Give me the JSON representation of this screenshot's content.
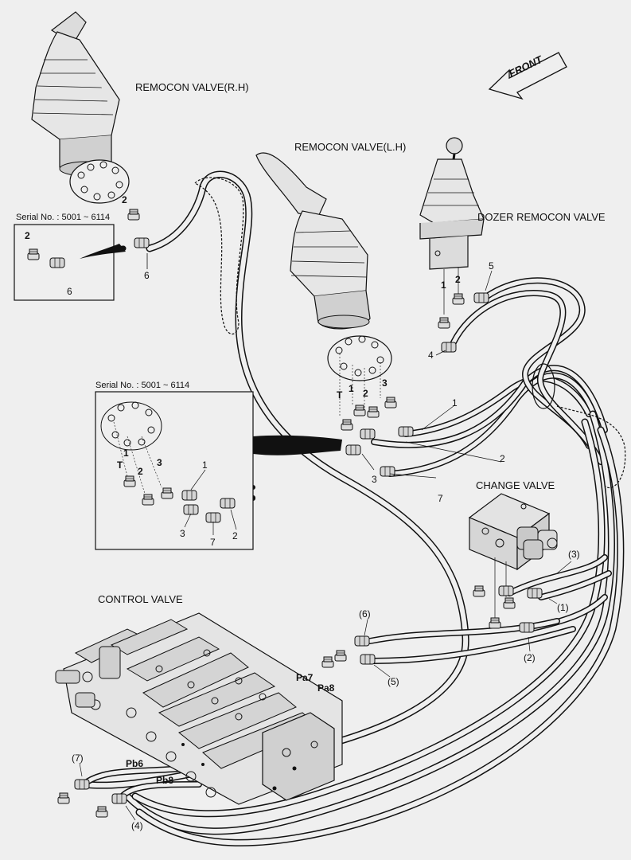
{
  "headings": {
    "remocon_rh": "REMOCON VALVE(R.H)",
    "remocon_lh": "REMOCON VALVE(L.H)",
    "dozer": "DOZER REMOCON VALVE",
    "change_valve": "CHANGE VALVE",
    "control_valve": "CONTROL VALVE",
    "front": "FRONT"
  },
  "serial": {
    "top": "Serial No. : 5001 ~ 6114",
    "mid": "Serial No. : 5001 ~ 6114"
  },
  "ports": {
    "t": "T",
    "one": "1",
    "two": "2",
    "three": "3",
    "pa7": "Pa7",
    "pa8": "Pa8",
    "pb6": "Pb6",
    "pb8": "Pb8"
  },
  "callouts": {
    "c1": "1",
    "c2": "2",
    "c3": "3",
    "c4": "4",
    "c5": "5",
    "c6": "6",
    "c7": "7",
    "p1": "(1)",
    "p2": "(2)",
    "p3": "(3)",
    "p4": "(4)",
    "p5": "(5)",
    "p6": "(6)",
    "p7": "(7)"
  },
  "colors": {
    "background": "#efefef",
    "line": "#111111",
    "part_fill": "#dcdcdc"
  },
  "icons": [
    "front-arrow-icon"
  ]
}
